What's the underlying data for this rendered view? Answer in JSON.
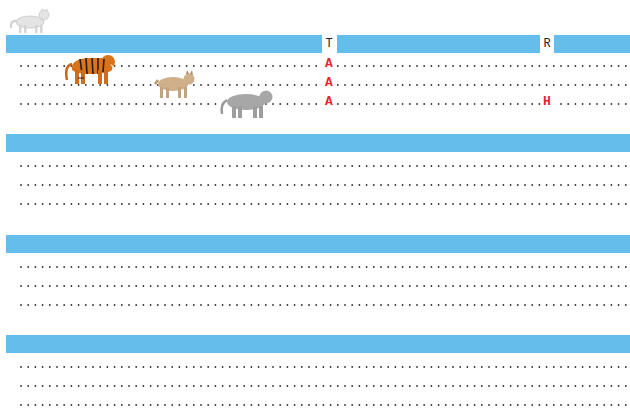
{
  "diagram": {
    "labels": [
      "T",
      "R",
      "A",
      "A",
      "A",
      "H"
    ]
  }
}
